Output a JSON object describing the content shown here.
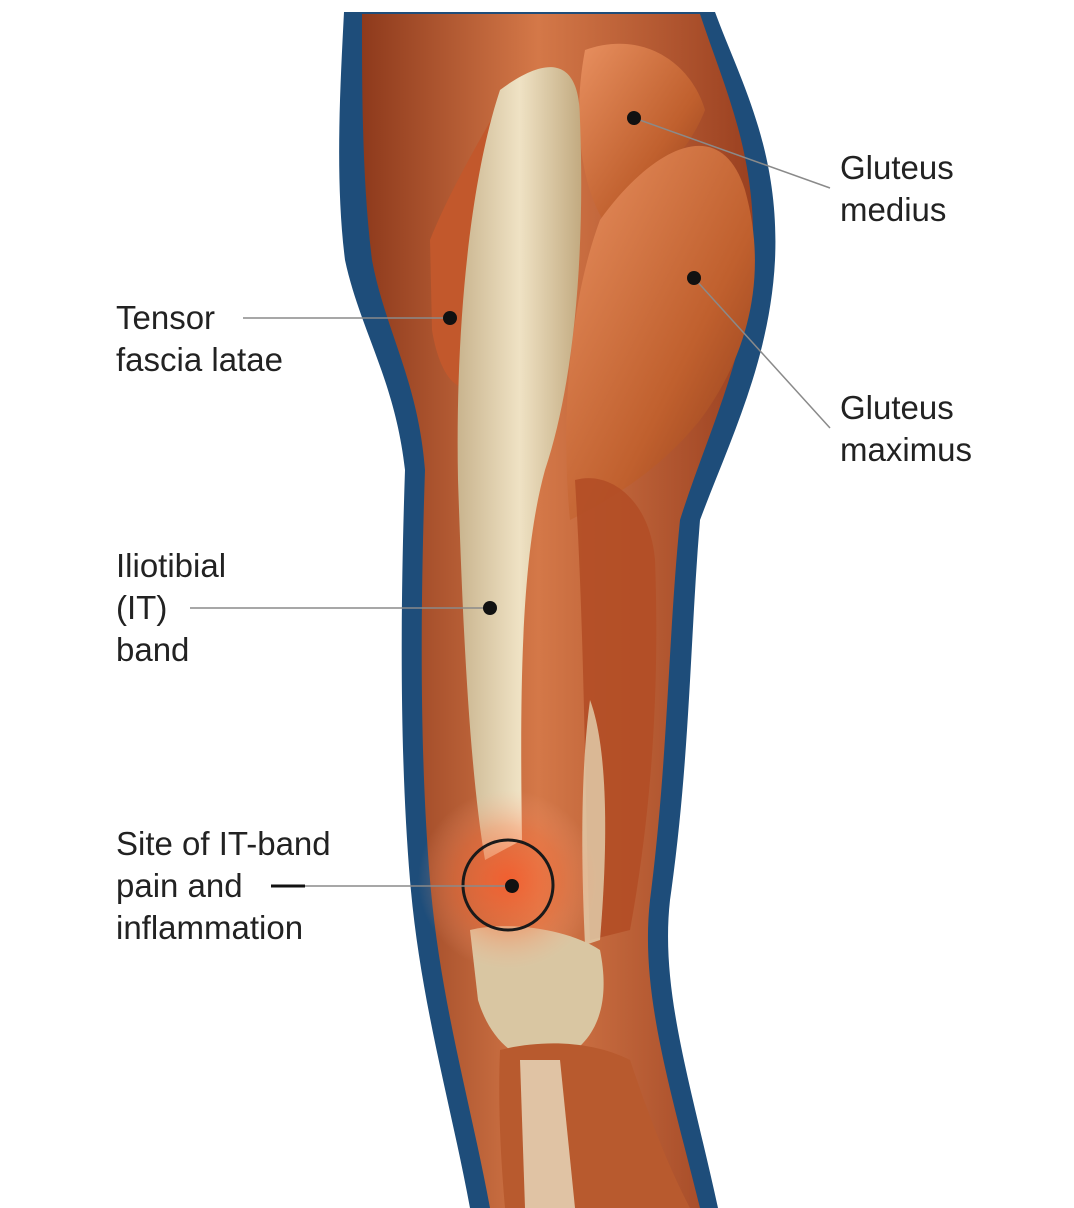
{
  "labels": {
    "gluteus_medius": [
      "Gluteus",
      "medius"
    ],
    "tensor_fascia_latae": [
      "Tensor",
      "fascia latae"
    ],
    "gluteus_maximus": [
      "Gluteus",
      "maximus"
    ],
    "iliotibial_band": [
      "Iliotibial",
      "(IT)",
      "band"
    ],
    "it_band_pain_site": [
      "Site of IT-band",
      "pain and",
      "inflammation"
    ]
  },
  "colors": {
    "muscle": "#c8643a",
    "muscle_dark": "#8e3a1c",
    "tendon": "#e4d2b0",
    "outline_glow": "#1e4d7a",
    "label_text": "#222222",
    "leader_line": "#8a8a8a",
    "pain_highlight": "#ff6a3c"
  }
}
